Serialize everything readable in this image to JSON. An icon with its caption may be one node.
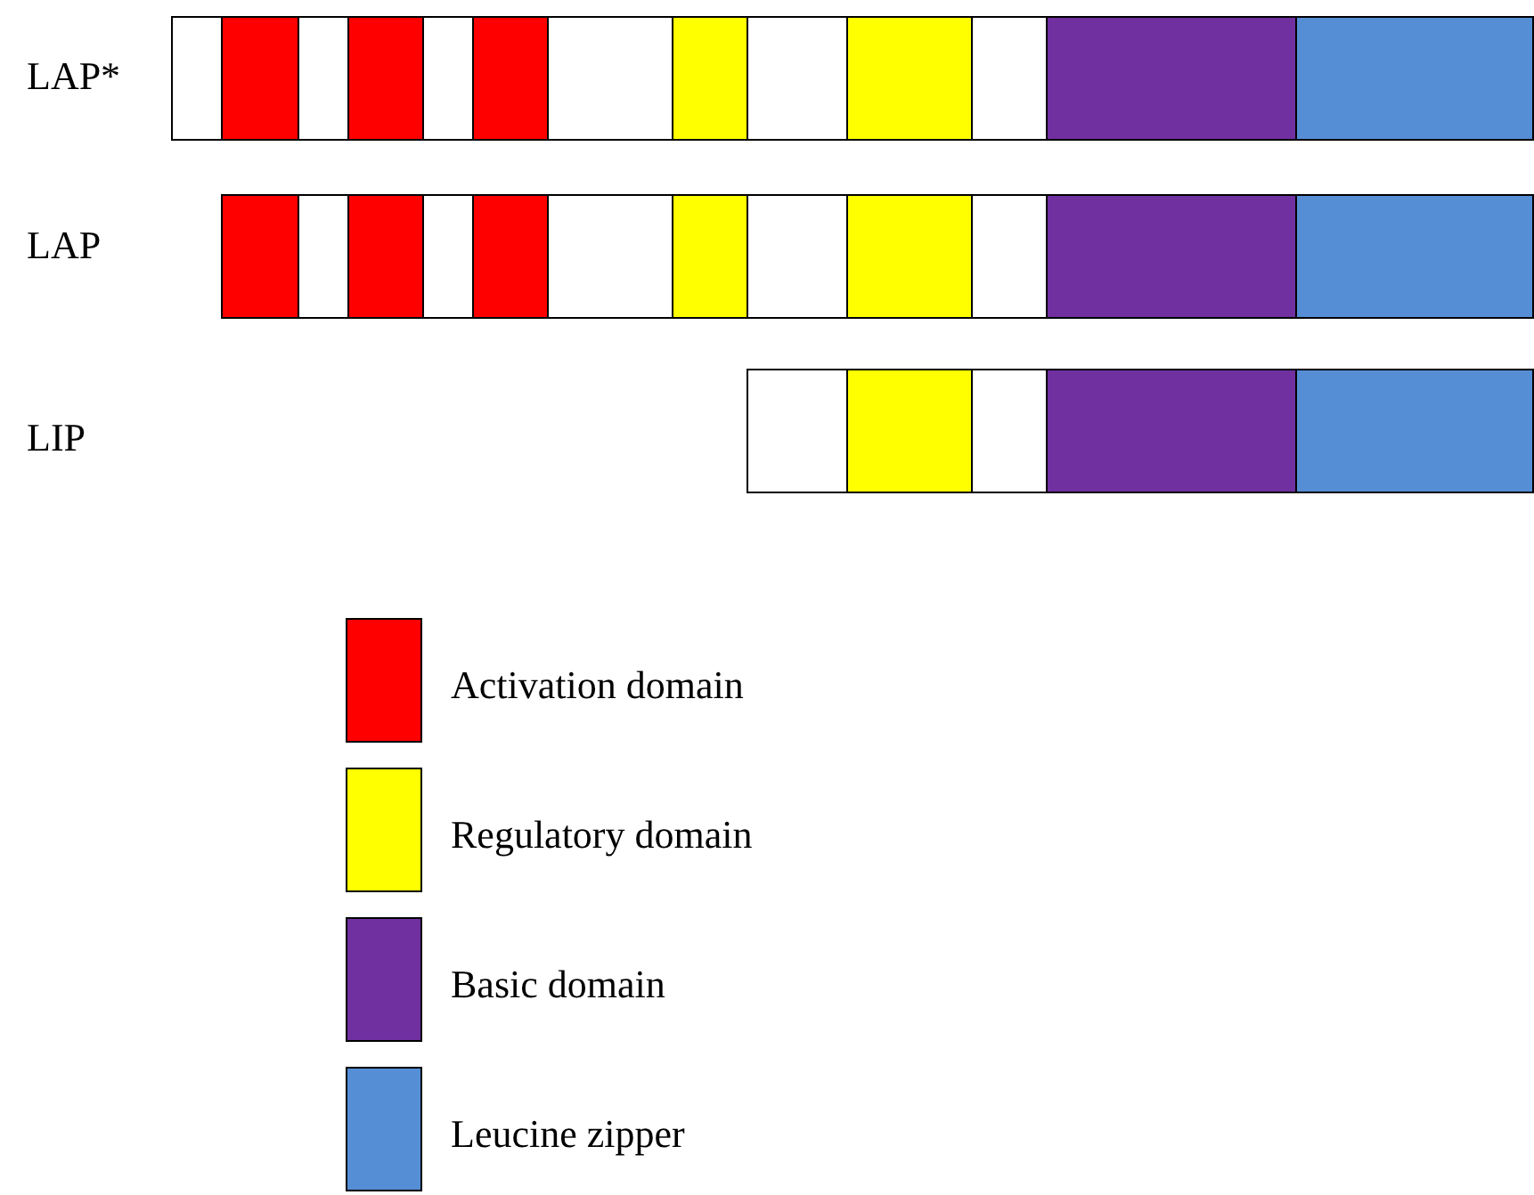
{
  "diagram": {
    "nodes": [
      {
        "text": [],
        "shape": "bar"
      },
      {
        "text": [],
        "shape": "bar"
      },
      {
        "text": [],
        "shape": "bar"
      }
    ],
    "labels": [
      "LAP*",
      "LAP",
      "LIP"
    ],
    "legend": [
      {
        "text": "Activation domain",
        "color": "#ff0000"
      },
      {
        "text": "Regulatory domain",
        "color": "#ffff00"
      },
      {
        "text": "Basic domain",
        "color": "#7030a0"
      },
      {
        "text": "Leucine zipper",
        "color": "#558ed5"
      }
    ]
  }
}
